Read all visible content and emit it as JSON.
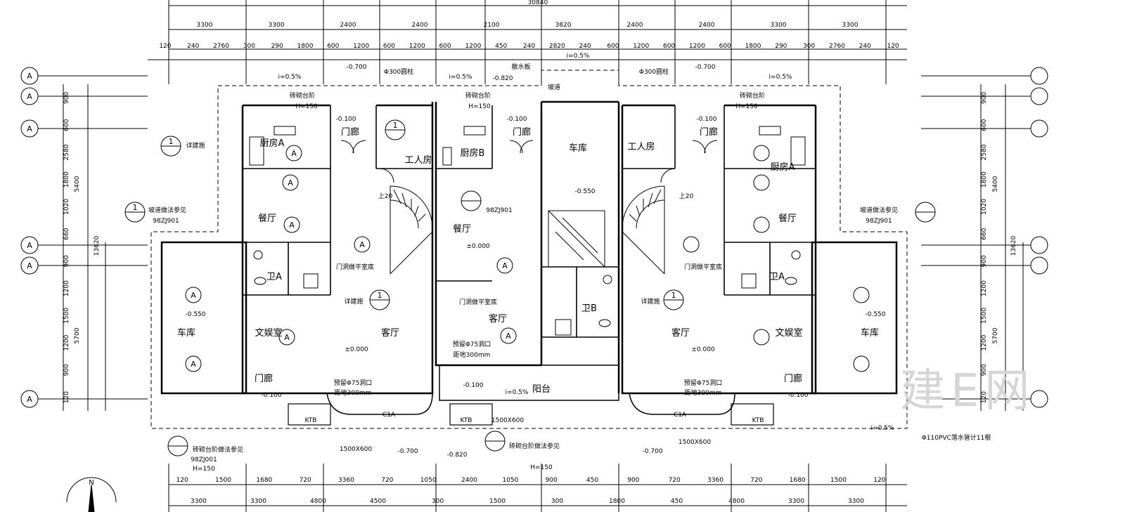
{
  "plan": {
    "overall_dim": "30840",
    "top_dims_row1": [
      "3300",
      "3300",
      "2400",
      "2400",
      "2100",
      "3820",
      "2400",
      "2400",
      "3300",
      "3300"
    ],
    "top_dims_row2": [
      "120",
      "240",
      "2760",
      "300",
      "290",
      "1800",
      "600",
      "1200",
      "600",
      "1200",
      "600",
      "1200",
      "450",
      "240",
      "2820",
      "240",
      "600",
      "1200",
      "600",
      "1200",
      "600",
      "1800",
      "290",
      "300",
      "2760",
      "240",
      "120"
    ],
    "left_dims": [
      "900",
      "600",
      "2580",
      "1800",
      "1020",
      "660",
      "900",
      "1200",
      "1500",
      "1200",
      "900",
      "120"
    ],
    "left_dims_total": [
      "5400",
      "5700"
    ],
    "left_overall": "13620",
    "right_dims": [
      "900",
      "600",
      "2580",
      "1800",
      "1020",
      "660",
      "900",
      "1200",
      "1500",
      "1200",
      "900",
      "120"
    ],
    "right_dims_total": [
      "5400",
      "5700"
    ],
    "right_overall": "13620",
    "bottom_dims_row1": [
      "120",
      "1500",
      "1680",
      "720",
      "3360",
      "720",
      "1050",
      "2400",
      "1050",
      "900",
      "450",
      "900",
      "720",
      "3360",
      "720",
      "1680",
      "1500",
      "120"
    ],
    "bottom_dims_row2": [
      "3300",
      "3300",
      "4800",
      "4500",
      "300",
      "1500",
      "300",
      "1800",
      "450",
      "4800",
      "3300",
      "3300"
    ],
    "rooms": {
      "garage_center": "车库",
      "garage_left": "车库",
      "garage_right": "车库",
      "worker_left": "工人房",
      "worker_right": "工人房",
      "kitchen_a_left": "厨房A",
      "kitchen_b": "厨房B",
      "kitchen_a_right": "厨房A",
      "dining_left": "餐厅",
      "dining_center": "餐厅",
      "dining_right": "餐厅",
      "living_left": "客厅",
      "living_center": "客厅",
      "living_right": "客厅",
      "rec_left": "文娱室",
      "rec_right": "文娱室",
      "bath_a_left": "卫A",
      "bath_a_right": "卫A",
      "bath_b": "卫B",
      "balcony": "阳台",
      "porch_tl": "门廊",
      "porch_tc": "门廊",
      "porch_tr": "门廊",
      "porch_bl": "门廊",
      "porch_br": "门廊"
    },
    "levels": {
      "l1": "-0.700",
      "l2": "-0.820",
      "l3": "-0.700",
      "l4": "-0.100",
      "l5": "-0.100",
      "l6": "-0.100",
      "l7": "-0.550",
      "l8": "±0.000",
      "l9": "±0.000",
      "l10": "±0.000",
      "l11": "-0.550",
      "l12": "-0.550",
      "l13": "-0.100",
      "l14": "-0.100",
      "l15": "-0.100",
      "l16": "-0.700",
      "l17": "-0.820",
      "l18": "-0.700"
    },
    "notes": {
      "pillar_l": "Φ300圆柱",
      "pillar_r": "Φ300圆柱",
      "steps_l": "砖砌台阶",
      "steps_c": "砖砌台阶",
      "steps_r": "砖砌台阶",
      "h150_l": "H=150",
      "h150_c": "H=150",
      "h150_r": "H=150",
      "detail_l": "详建施",
      "detail_c": "详建施",
      "detail_r": "详建施",
      "ramp_l": "坡道做法参见",
      "ramp_r": "坡道做法参见",
      "std_l": "98ZJ901",
      "std_r": "98ZJ901",
      "std_c": "98ZJ901",
      "door_flush_l": "门洞做平室底",
      "door_flush_c": "门洞做平室底",
      "door_flush_r": "门洞做平室底",
      "reserve_l": "预留Φ75洞口",
      "reserve_c": "预留Φ75洞口",
      "reserve_r": "预留Φ75洞口",
      "height_l": "距地300mm",
      "height_c": "距地300mm",
      "height_r": "距地300mm",
      "c1a_l": "C1A",
      "c1a_r": "C1A",
      "ktb_l": "KTB",
      "ktb_c": "KTB",
      "ktb_r": "KTB",
      "win_c": "1500X600",
      "win_l": "1500X600",
      "win_r": "1500X600",
      "steps_ref_l": "砖砌台阶做法参见",
      "steps_ref_c": "砖砌台阶做法参见",
      "std_bl": "98ZJ001",
      "h150_bl": "H=150",
      "h150_bc": "H=150",
      "drain": "Φ110PVC落水管计11根",
      "slope1": "i=0.5%",
      "slope2": "i=0.5%",
      "slope3": "i=0.5%",
      "slope4": "i=0.5%",
      "slope5": "i=0.5%",
      "slope6": "i=0.5%",
      "ramp": "坡道",
      "scatter": "散水板",
      "up20_l": "上20",
      "up20_r": "上20",
      "north": "N",
      "axis_a": "A",
      "ref_1": "1",
      "watermark": "建E网"
    },
    "colors": {
      "line": "#000000",
      "bg": "#ffffff",
      "watermark": "#d6d6d6"
    }
  }
}
